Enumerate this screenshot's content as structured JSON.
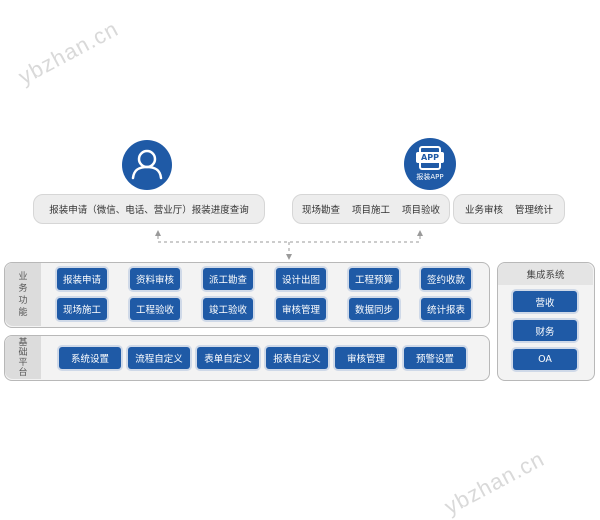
{
  "watermark": "ybzhan.cn",
  "top_left": {
    "icon": "user-icon",
    "channels": "报装申请（微信、电话、营业厅）报装进度查询"
  },
  "top_right": {
    "icon": "app-icon",
    "app_badge": "APP",
    "app_label": "报装APP",
    "field_items": [
      "现场勘查",
      "项目施工",
      "项目验收"
    ],
    "mgmt_items": [
      "业务审核",
      "管理统计"
    ]
  },
  "business": {
    "side_label": [
      "业",
      "务",
      "功",
      "能"
    ],
    "row1": [
      "报装申请",
      "资料审核",
      "派工勘查",
      "设计出图",
      "工程预算",
      "签约收款"
    ],
    "row2": [
      "现场施工",
      "工程验收",
      "竣工验收",
      "审核管理",
      "数据同步",
      "统计报表"
    ]
  },
  "platform": {
    "side_label": [
      "基",
      "础",
      "平",
      "台"
    ],
    "items": [
      "系统设置",
      "流程自定义",
      "表单自定义",
      "报表自定义",
      "审核管理",
      "预警设置"
    ]
  },
  "integration": {
    "title": "集成系统",
    "items": [
      "营收",
      "财务",
      "OA"
    ]
  },
  "colors": {
    "accent": "#1f5aa6",
    "panel": "#f3f3f3",
    "pill": "#ededed"
  }
}
